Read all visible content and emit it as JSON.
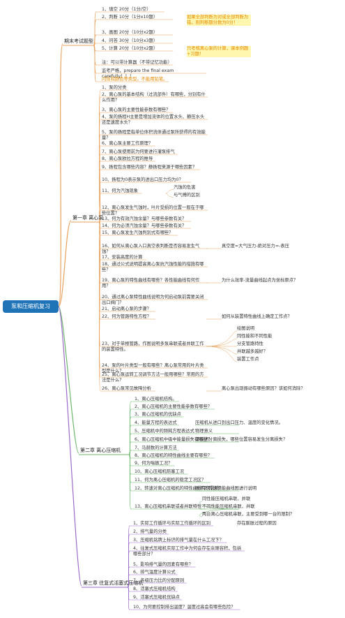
{
  "root": "泵和压缩机复习",
  "colors": {
    "root": "#1f73b7",
    "line_warm": "#e8a05c",
    "line_blue": "#4a90d9",
    "line_green": "#6cb56c",
    "line_purple": "#9a6bc9",
    "highlight": "#e58a00"
  },
  "branches": [
    {
      "label": "期末考试题型",
      "items": [
        {
          "text": "1、填空 20分（1分/空）"
        },
        {
          "text": "2、判断 10分（1分x10题）",
          "note": "如果全部判断为对或全部判断为错，则判断题分数为0分！"
        },
        {
          "text": "3、画图 20分（10分x2题）"
        },
        {
          "text": "4、问答 30分（10分x3题）"
        },
        {
          "text": "5、计算 20分（10分x2题）",
          "note": "只考核离心泵的计算，课本例题+习题！"
        },
        {
          "text": "注：可以带计算器（不带记忆功能）"
        },
        {
          "text": "监考严格，prepare the final exam carefully！！！"
        },
        {
          "text": "闪烁和颜色等类型，不能用铅笔。"
        }
      ]
    },
    {
      "label": "第一章 离心泵",
      "items": [
        {
          "text": "1、泵的分类"
        },
        {
          "text": "2、离心泵的基本结构（过流部件）有哪些，分别有什么作用？"
        },
        {
          "text": "3、离心泵的主要性能参数有哪些？"
        },
        {
          "text": "4、泵的扬程H主要是增加流体的位置水头、静压水头还是速度水头？"
        },
        {
          "text": "5、泵的扬程是指单位体积流体通过泵所获得的有效能量？"
        },
        {
          "text": "6、离心泵主要工作原理？"
        },
        {
          "text": "7、离心泵使用前为何要进行灌泵排气"
        },
        {
          "text": "8、离心泵欧拉方程的推导"
        },
        {
          "text": "9、扬程包含哪些内容？静扬程来源于哪些因素？"
        },
        {
          "text": "10、扬程为0表示泵的进出口压力均为0？"
        },
        {
          "text": "11、何为汽蚀现象",
          "subs": [
            "汽蚀的危害",
            "与气缚的区别"
          ]
        },
        {
          "text": "12、离心泵发生气蚀时，叶片受损的位置一般在于哪些位置？"
        },
        {
          "text": "13、何为有效汽蚀余量？与哪些参数有关？"
        },
        {
          "text": "14、何为必须汽蚀余量？与哪些参数有关？"
        },
        {
          "text": "15、离心泵发生汽蚀判别式有哪些？"
        },
        {
          "text": "16、如何从离心泵入口真空表判断是否容易发生气蚀？",
          "right": "真空度=大气压力-绝对压力=-表压"
        },
        {
          "text": "17、安装高度的计算"
        },
        {
          "text": "18、通过公式说明提高离心泵抗汽蚀性能的措施有哪些？"
        },
        {
          "text": "19、离心泵的特性曲线有哪些？各性能曲线有何作用？",
          "right": "为什么效率-流量曲线起点为坐标原点？"
        },
        {
          "text": "20、通过离心泵特性曲线说明为何启动泵前需要关闭出口阀门？"
        },
        {
          "text": "21、启动离心泵的步骤？"
        },
        {
          "text": "22、何为管路特性方程？",
          "right": "如何从装置特性曲线上确定工作点？"
        },
        {
          "text": "23、对于单根管路，作图说明多泵串联或者并联工作的装置特性。",
          "subs": [
            "绘图说明",
            "同性能和不同性能",
            "分支管路特性",
            "并联越多越好？",
            "装置工作点"
          ]
        },
        {
          "text": "24、泵的叶片类型一般有哪些？离心泵常用的叶片类型是什么？"
        },
        {
          "text": "25、离心泵运转工况调节方法一般用哪些？常用的方法是什么？"
        },
        {
          "text": "26、离心泵常见故障分析",
          "right": "离心泵出现振动有哪些原因？该如何消除？"
        }
      ]
    },
    {
      "label": "第二章 离心压缩机",
      "items": [
        {
          "text": "1、离心压缩机结构。"
        },
        {
          "text": "2、离心压缩机的主要性能参数有哪些？"
        },
        {
          "text": "3、离心压缩机的优缺点"
        },
        {
          "text": "4、能量方程的表达式",
          "right": "压缩机从进口到出口压力、温度的变化情况。"
        },
        {
          "text": "5、压缩机中的频耗方程表达式",
          "right": "物理意义"
        },
        {
          "text": "6、离心压缩机中级中能量损失有哪些？",
          "right": "请描述分离损失，哪些位置容易发生分离损失？"
        },
        {
          "text": "7、马赫数的计算方法"
        },
        {
          "text": "8、离心压缩机的特性曲线主要有哪些？"
        },
        {
          "text": "9、何为喘振工况？"
        },
        {
          "text": "10、离心压缩机阻塞工况"
        },
        {
          "text": "11、何为离心压缩机的稳定工况区？"
        },
        {
          "text": "12、转速对离心压缩机的特性曲线有何影响？",
          "right": "画不同转速性能曲线图进行说明"
        },
        {
          "text": "13、离心压缩机串联或者并联特性",
          "subs": [
            "同性能压缩机串联、并联",
            "不同性能压缩机串联、并联",
            "两台离心压缩机串联，主要受到哪一台的限制？"
          ]
        }
      ]
    },
    {
      "label": "第三章 往复式活塞式压缩机",
      "items": [
        {
          "text": "1、实际工作循环与实际工作循环的区别",
          "right": "存在膨胀过程的原因"
        },
        {
          "text": "2、排气量的分类"
        },
        {
          "text": "3、压缩机铭牌上标识的排气量在什么工况下？"
        },
        {
          "text": "4、往复式压缩机实际工作中为何会存在余隙容积，包括哪些部分？"
        },
        {
          "text": "5、影响排气量的因素有哪些？"
        },
        {
          "text": "6、排气温度计算公式"
        },
        {
          "text": "7、各级压力比的分配原则"
        },
        {
          "text": "8、活塞式压缩机结构"
        },
        {
          "text": "9、活塞式压缩机优缺点"
        },
        {
          "text": "10、为何要控制排出温度？温度过高会有哪些危险？"
        }
      ]
    }
  ]
}
